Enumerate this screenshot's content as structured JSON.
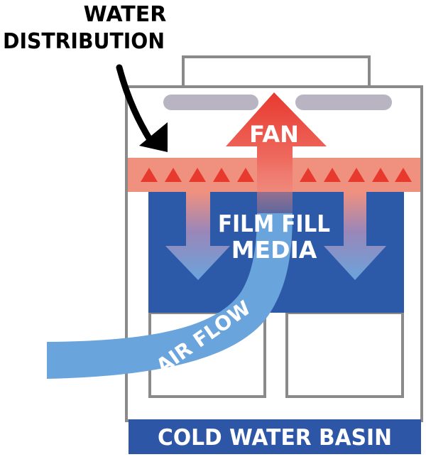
{
  "labels": {
    "water_distribution_line1": "WATER",
    "water_distribution_line2": "DISTRIBUTION",
    "fan": "FAN",
    "fill_media_line1": "FILM FILL",
    "fill_media_line2": "MEDIA",
    "air_flow": "AIR FLOW",
    "basin": "COLD WATER BASIN"
  },
  "colors": {
    "outline": "#8a8a8a",
    "fill_media": "#2d5aa8",
    "distribution_band": "#f0917f",
    "nozzle": "#e8392f",
    "fan_arrow": "#e8392f",
    "water_arrow": "#6a9fd6",
    "air_flow": "#6aa4dc",
    "basin": "#2d56a6",
    "fan_blade": "#b8b4c2",
    "text_dark": "#000000",
    "text_light": "#ffffff"
  }
}
